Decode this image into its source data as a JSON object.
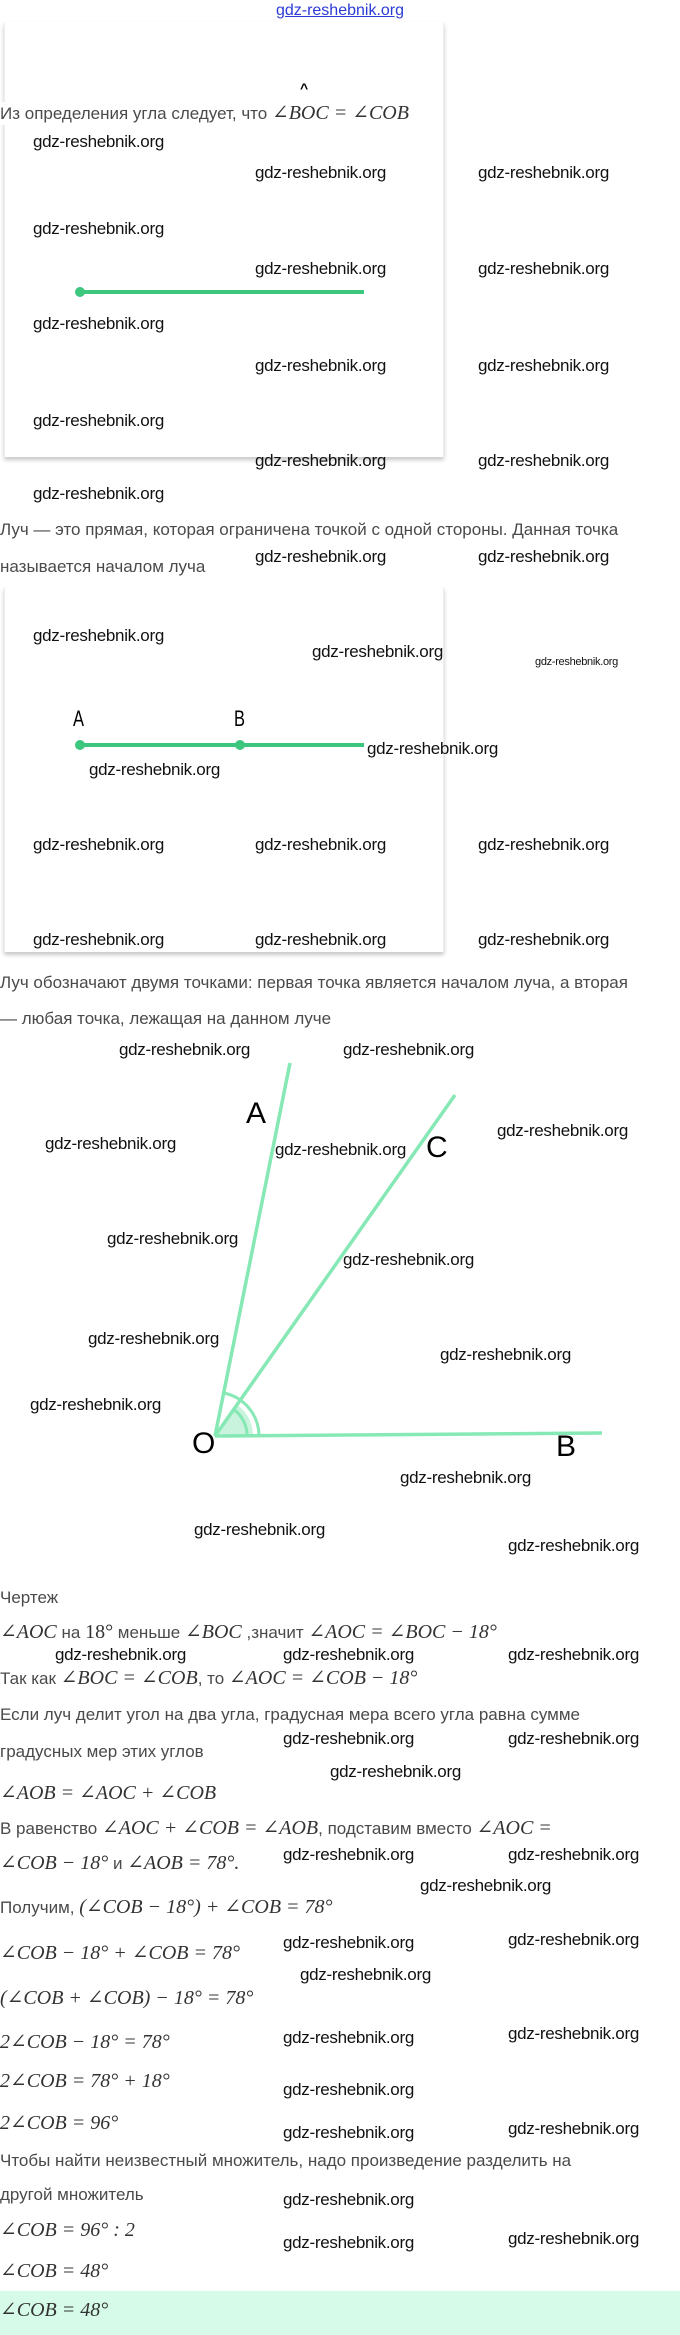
{
  "header": {
    "watermark_link": "gdz-reshebnik.org"
  },
  "watermark": "gdz-reshebnik.org",
  "colors": {
    "ray_green": "#3dc67e",
    "angle_green": "#86e8b4",
    "answer_bg": "#d6fbe8",
    "link_blue": "#2a3bd6"
  },
  "figure1": {
    "caret": "^"
  },
  "figure2": {
    "point_a": "A",
    "point_b": "B"
  },
  "figure3": {
    "point_a": "A",
    "point_c": "C",
    "point_o": "O",
    "point_b": "B"
  },
  "lines": [
    [
      {
        "t": "Из определения угла следует, что "
      },
      {
        "t": "∠BOC = ∠COB",
        "m": 1
      }
    ],
    [
      {
        "t": "Луч — это прямая, которая ограничена точкой с одной стороны. Данная точка"
      }
    ],
    [
      {
        "t": "называется началом луча"
      }
    ],
    [
      {
        "t": "Луч обозначают двумя точками: первая точка является началом луча, а вторая"
      }
    ],
    [
      {
        "t": "— любая точка, лежащая на данном луче"
      }
    ],
    [
      {
        "t": "Чертеж"
      }
    ],
    [
      {
        "t": "∠AOC",
        "m": 1
      },
      {
        "t": " на "
      },
      {
        "t": "18°",
        "m": 2
      },
      {
        "t": " меньше "
      },
      {
        "t": "∠BOC",
        "m": 1
      },
      {
        "t": " ,значит "
      },
      {
        "t": "∠AOC = ∠BOC − 18°",
        "m": 1
      }
    ],
    [
      {
        "t": "Так как "
      },
      {
        "t": "∠BOC = ∠COB",
        "m": 1
      },
      {
        "t": ", то "
      },
      {
        "t": "∠AOC = ∠COB − 18°",
        "m": 1
      }
    ],
    [
      {
        "t": "Если луч делит угол на два угла, градусная мера всего угла равна сумме"
      }
    ],
    [
      {
        "t": "градусных мер этих углов"
      }
    ],
    [
      {
        "t": "∠AOB = ∠AOC + ∠COB",
        "m": 1
      }
    ],
    [
      {
        "t": "В равенство "
      },
      {
        "t": "∠AOC + ∠COB = ∠AOB",
        "m": 1
      },
      {
        "t": ", подставим вместо "
      },
      {
        "t": "∠AOC =",
        "m": 1
      }
    ],
    [
      {
        "t": "∠COB − 18°",
        "m": 1
      },
      {
        "t": " и "
      },
      {
        "t": "∠AOB = 78°.",
        "m": 1
      }
    ],
    [
      {
        "t": "Получим, "
      },
      {
        "t": "(∠COB − 18°) + ∠COB = 78°",
        "m": 1
      }
    ],
    [
      {
        "t": "∠COB − 18° + ∠COB = 78°",
        "m": 1
      }
    ],
    [
      {
        "t": "(∠COB + ∠COB) − 18° = 78°",
        "m": 1
      }
    ],
    [
      {
        "t": "2∠COB − 18° = 78°",
        "m": 1
      }
    ],
    [
      {
        "t": "2∠COB = 78° + 18°",
        "m": 1
      }
    ],
    [
      {
        "t": "2∠COB = 96°",
        "m": 1
      }
    ],
    [
      {
        "t": "Чтобы найти неизвестный множитель, надо произведение разделить на"
      }
    ],
    [
      {
        "t": "другой множитель"
      }
    ],
    [
      {
        "t": "∠COB = 96° : 2",
        "m": 1
      }
    ],
    [
      {
        "t": "∠COB = 48°",
        "m": 1
      }
    ]
  ],
  "answer": "∠COB = 48°"
}
